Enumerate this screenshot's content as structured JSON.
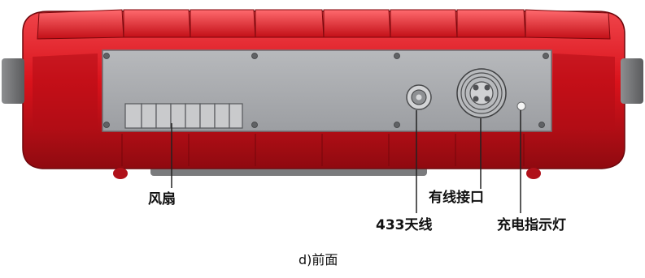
{
  "diagram": {
    "callouts": {
      "fan": "风扇",
      "antenna": "433天线",
      "wired_port": "有线接口",
      "charge_light": "充电指示灯"
    },
    "caption": "d)前面"
  },
  "colors": {
    "body_red": "#d9121b",
    "body_dark_red": "#8f0a10",
    "panel_gray": "#a7a9ad",
    "rubber_gray": "#6d6e70"
  }
}
